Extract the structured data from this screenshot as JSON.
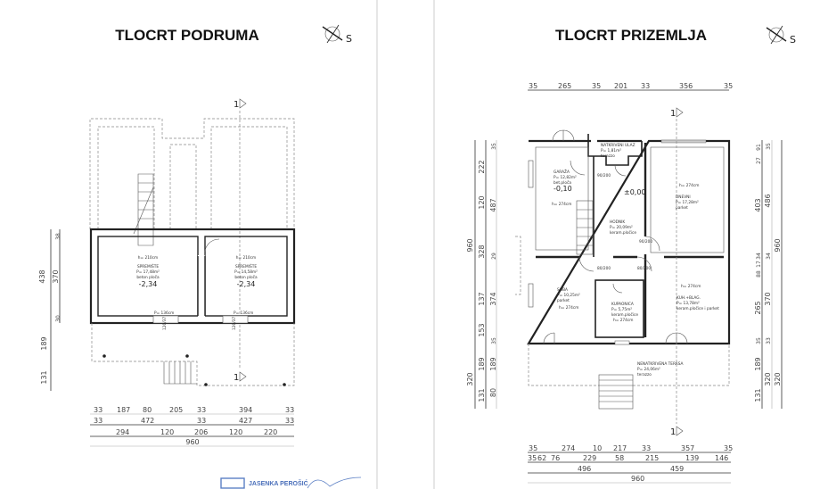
{
  "sheets": [
    {
      "title": "TLOCRT PODRUMA",
      "north": "S",
      "section_mark": "1",
      "rooms": [
        {
          "height": "h= 210cm",
          "name": "SPREMIŠTE",
          "area": "P= 17,48m²",
          "floor": "beton ploča",
          "level": "-2,34"
        },
        {
          "height": "h= 210cm",
          "name": "SPREMIŠTE",
          "area": "P= 14,58m²",
          "floor": "beton ploča",
          "level": "-2,34"
        }
      ],
      "windows": [
        "P= 136cm",
        "P= 136cm"
      ],
      "window_sizes": [
        "120/37",
        "120/37"
      ],
      "dims_left": [
        "438",
        "370",
        "38",
        "30",
        "189",
        "131"
      ],
      "dims_bottom": {
        "row1": [
          "33",
          "187",
          "80",
          "205",
          "33",
          "394",
          "33"
        ],
        "row2": [
          "33",
          "472",
          "33",
          "427",
          "33"
        ],
        "row3": [
          "294",
          "120",
          "206",
          "120",
          "220"
        ],
        "total": "960"
      },
      "stamp": "JASENKA PEROŠIĆ"
    },
    {
      "title": "TLOCRT PRIZEMLJA",
      "north": "S",
      "section_mark": "1",
      "rooms": [
        {
          "name": "NATKRIVENI ULAZ",
          "area": "P= 1,81m²",
          "floor": "terazzo"
        },
        {
          "name": "GARAŽA",
          "area": "P= 12,82m²",
          "floor": "bet.ploča",
          "level": "-0,10",
          "height": "h= 274cm"
        },
        {
          "name": "DNEVNI",
          "area": "P= 17,28m²",
          "floor": "parket",
          "height": "h= 274cm"
        },
        {
          "name": "HODNIK",
          "area": "P= 20,09m²",
          "floor": "keram.pločice",
          "level": "±0,00"
        },
        {
          "name": "SOBA",
          "area": "P= 10,25m²",
          "floor": "parket",
          "height": "h= 274cm"
        },
        {
          "name": "KUPAONICA",
          "area": "P= 5,75m²",
          "floor": "keram.pločice",
          "height": "h= 274cm"
        },
        {
          "name": "KUH.+BLAG.",
          "area": "P= 13,78m²",
          "floor": "keram.pločice i parket",
          "height": "h= 274cm"
        },
        {
          "name": "NENATKRIVENA TERASA",
          "area": "P= 24,06m²",
          "floor": "terazzo"
        }
      ],
      "doors": [
        "90/200",
        "90/200",
        "80/200",
        "80/200"
      ],
      "dims_top": [
        "35",
        "265",
        "35",
        "201",
        "33",
        "356",
        "35"
      ],
      "dims_left": {
        "outer": [
          "960",
          "320"
        ],
        "middle": [
          "222",
          "120",
          "328",
          "137",
          "153",
          "189",
          "131"
        ],
        "inner": [
          "35",
          "487",
          "29",
          "374",
          "35",
          "189",
          "80"
        ]
      },
      "dims_right": {
        "inner": [
          "91",
          "27",
          "403",
          "34",
          "17",
          "88",
          "265",
          "35",
          "189",
          "131"
        ],
        "middle": [
          "35",
          "486",
          "34",
          "370",
          "33",
          "320"
        ],
        "outer": [
          "960",
          "320"
        ]
      },
      "dims_bottom": {
        "row1": [
          "35",
          "274",
          "10",
          "217",
          "33",
          "357",
          "35"
        ],
        "row2": [
          "35",
          "62",
          "76",
          "229",
          "58",
          "215",
          "139",
          "146"
        ],
        "row3": [
          "496",
          "459"
        ],
        "total": "960"
      }
    }
  ]
}
